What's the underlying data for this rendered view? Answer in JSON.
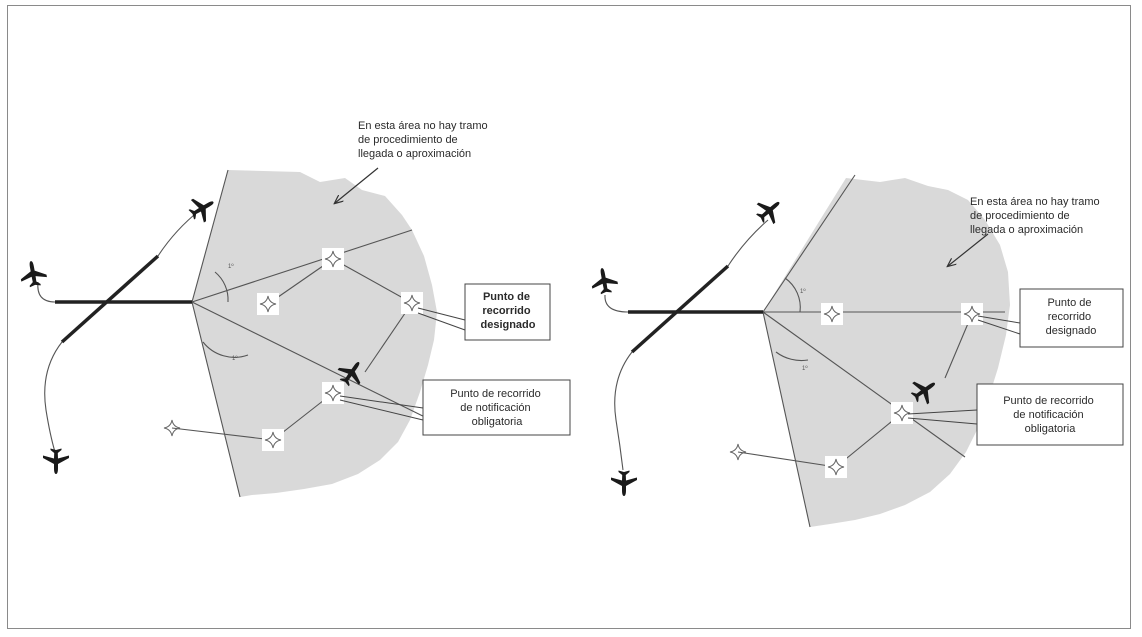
{
  "colors": {
    "area": "#d9d9d9",
    "line": "#555555",
    "runway": "#222222",
    "aircraft": "#1a1a1a"
  },
  "left": {
    "area_note": [
      "En esta área no hay tramo",
      "de procedimiento de",
      "llegada o aproximación"
    ],
    "designated": [
      "Punto de",
      "recorrido",
      "designado"
    ],
    "compulsory": [
      "Punto de recorrido",
      "de notificación",
      "obligatoria"
    ],
    "angle_mark": "1º"
  },
  "right": {
    "area_note": [
      "En esta área no hay tramo",
      "de procedimiento de",
      "llegada o aproximación"
    ],
    "designated": [
      "Punto de",
      "recorrido",
      "designado"
    ],
    "compulsory": [
      "Punto de recorrido",
      "de notificación",
      "obligatoria"
    ],
    "angle_mark": "1º"
  },
  "icons": [
    "aircraft-icon",
    "waypoint-icon",
    "arrow-icon"
  ]
}
